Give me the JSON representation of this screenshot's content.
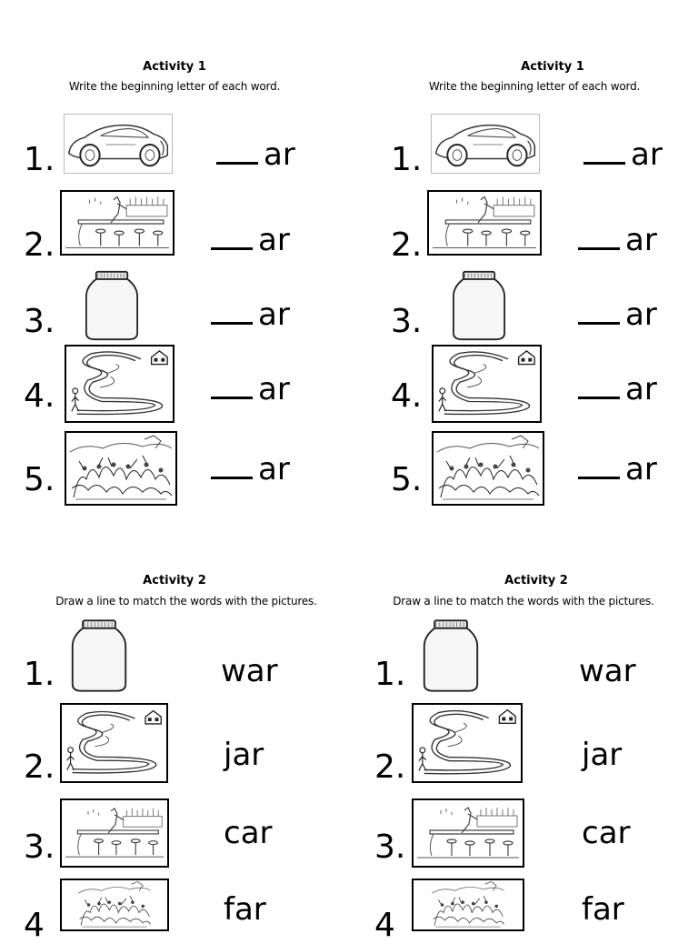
{
  "activity1": {
    "title": "Activity 1",
    "instruction": "Write the beginning letter of each word.",
    "items": [
      {
        "number": "1.",
        "word": "ar",
        "picture": "car-icon"
      },
      {
        "number": "2.",
        "word": "ar",
        "picture": "bar-icon"
      },
      {
        "number": "3.",
        "word": "ar",
        "picture": "jar-icon"
      },
      {
        "number": "4.",
        "word": "ar",
        "picture": "far-road-icon"
      },
      {
        "number": "5.",
        "word": "ar",
        "picture": "war-icon"
      }
    ]
  },
  "activity2": {
    "title": "Activity 2",
    "instruction": "Draw a line to match the words with the pictures.",
    "items": [
      {
        "number": "1.",
        "word": "war",
        "picture": "jar-icon"
      },
      {
        "number": "2.",
        "word": "jar",
        "picture": "far-road-icon"
      },
      {
        "number": "3.",
        "word": "car",
        "picture": "bar-icon"
      },
      {
        "number": "4",
        "word": "far",
        "picture": "war-icon"
      }
    ]
  }
}
